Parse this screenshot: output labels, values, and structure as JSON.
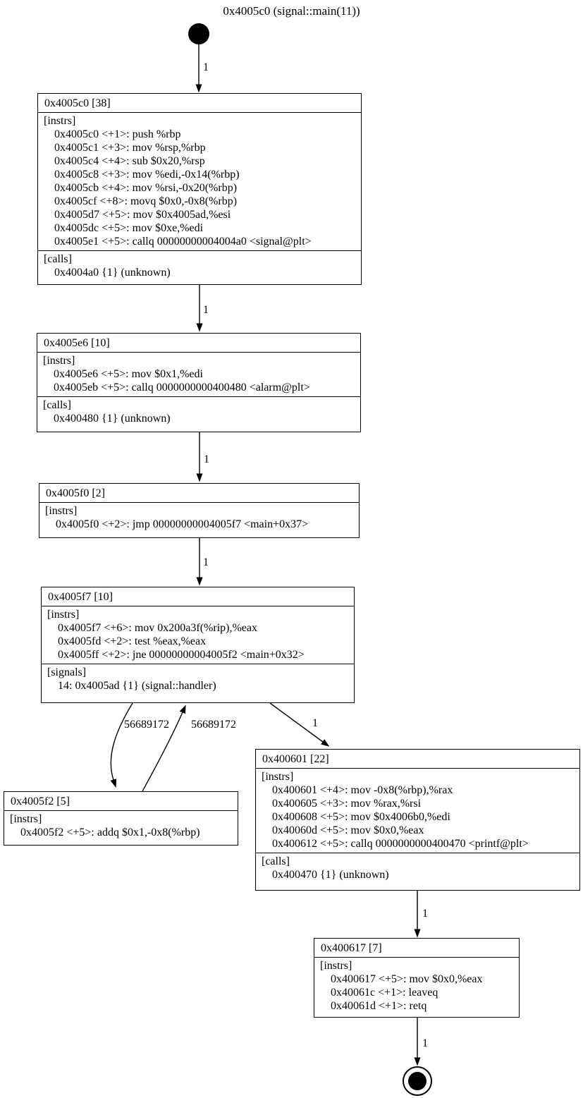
{
  "title": "0x4005c0 (signal::main(11))",
  "colors": {
    "background": "#ffffff",
    "node_border": "#000000",
    "text": "#000000",
    "edge": "#000000"
  },
  "entry_node": {
    "shape": "filled-circle"
  },
  "exit_node": {
    "shape": "double-circle"
  },
  "nodes": [
    {
      "id": "0x4005c0",
      "header": "0x4005c0 [38]",
      "sections": [
        {
          "label": "[instrs]",
          "lines": [
            "0x4005c0 <+1>: push %rbp",
            "0x4005c1 <+3>: mov %rsp,%rbp",
            "0x4005c4 <+4>: sub $0x20,%rsp",
            "0x4005c8 <+3>: mov %edi,-0x14(%rbp)",
            "0x4005cb <+4>: mov %rsi,-0x20(%rbp)",
            "0x4005cf <+8>: movq $0x0,-0x8(%rbp)",
            "0x4005d7 <+5>: mov $0x4005ad,%esi",
            "0x4005dc <+5>: mov $0xe,%edi",
            "0x4005e1 <+5>: callq 00000000004004a0 <signal@plt>"
          ]
        },
        {
          "label": "[calls]",
          "lines": [
            "0x4004a0 {1} (unknown)"
          ]
        }
      ]
    },
    {
      "id": "0x4005e6",
      "header": "0x4005e6 [10]",
      "sections": [
        {
          "label": "[instrs]",
          "lines": [
            "0x4005e6 <+5>: mov $0x1,%edi",
            "0x4005eb <+5>: callq 0000000000400480 <alarm@plt>"
          ]
        },
        {
          "label": "[calls]",
          "lines": [
            "0x400480 {1} (unknown)"
          ]
        }
      ]
    },
    {
      "id": "0x4005f0",
      "header": "0x4005f0 [2]",
      "sections": [
        {
          "label": "[instrs]",
          "lines": [
            "0x4005f0 <+2>: jmp 00000000004005f7 <main+0x37>"
          ]
        }
      ]
    },
    {
      "id": "0x4005f7",
      "header": "0x4005f7 [10]",
      "sections": [
        {
          "label": "[instrs]",
          "lines": [
            "0x4005f7 <+6>: mov 0x200a3f(%rip),%eax",
            "0x4005fd <+2>: test %eax,%eax",
            "0x4005ff <+2>: jne 00000000004005f2 <main+0x32>"
          ]
        },
        {
          "label": "[signals]",
          "lines": [
            "14: 0x4005ad {1} (signal::handler)"
          ]
        }
      ]
    },
    {
      "id": "0x4005f2",
      "header": "0x4005f2 [5]",
      "sections": [
        {
          "label": "[instrs]",
          "lines": [
            "0x4005f2 <+5>: addq $0x1,-0x8(%rbp)"
          ]
        }
      ]
    },
    {
      "id": "0x400601",
      "header": "0x400601 [22]",
      "sections": [
        {
          "label": "[instrs]",
          "lines": [
            "0x400601 <+4>: mov -0x8(%rbp),%rax",
            "0x400605 <+3>: mov %rax,%rsi",
            "0x400608 <+5>: mov $0x4006b0,%edi",
            "0x40060d <+5>: mov $0x0,%eax",
            "0x400612 <+5>: callq 0000000000400470 <printf@plt>"
          ]
        },
        {
          "label": "[calls]",
          "lines": [
            "0x400470 {1} (unknown)"
          ]
        }
      ]
    },
    {
      "id": "0x400617",
      "header": "0x400617 [7]",
      "sections": [
        {
          "label": "[instrs]",
          "lines": [
            "0x400617 <+5>: mov $0x0,%eax",
            "0x40061c <+1>: leaveq",
            "0x40061d <+1>: retq"
          ]
        }
      ]
    }
  ],
  "edges": [
    {
      "from": "entry",
      "to": "0x4005c0",
      "label": "1"
    },
    {
      "from": "0x4005c0",
      "to": "0x4005e6",
      "label": "1"
    },
    {
      "from": "0x4005e6",
      "to": "0x4005f0",
      "label": "1"
    },
    {
      "from": "0x4005f0",
      "to": "0x4005f7",
      "label": "1"
    },
    {
      "from": "0x4005f7",
      "to": "0x4005f2",
      "label": "56689172"
    },
    {
      "from": "0x4005f2",
      "to": "0x4005f7",
      "label": "56689172"
    },
    {
      "from": "0x4005f7",
      "to": "0x400601",
      "label": "1"
    },
    {
      "from": "0x400601",
      "to": "0x400617",
      "label": "1"
    },
    {
      "from": "0x400617",
      "to": "exit",
      "label": "1"
    }
  ]
}
